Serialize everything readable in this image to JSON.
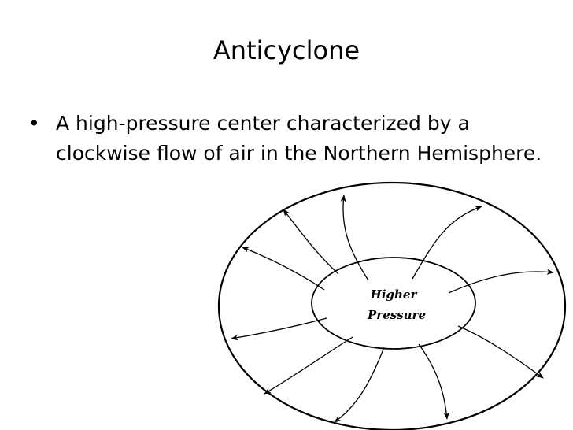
{
  "slide": {
    "title": "Anticyclone",
    "bullets": [
      {
        "marker": "•",
        "text": "A high-pressure center characterized by a clockwise flow of air in the Northern Hemisphere."
      }
    ]
  },
  "diagram": {
    "center_label_line1": "Higher",
    "center_label_line2": "Pressure",
    "arrow_count": 10,
    "stroke_color": "#000000"
  }
}
